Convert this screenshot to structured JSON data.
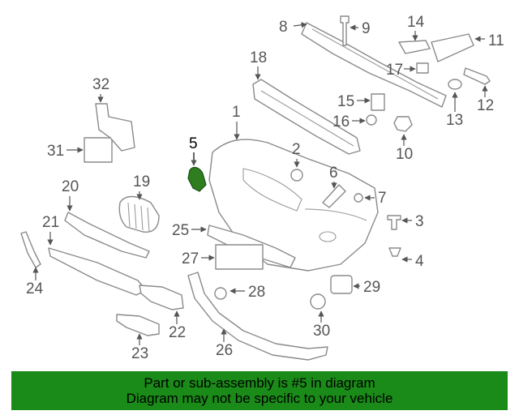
{
  "diagram": {
    "highlighted_part": "5",
    "highlight_color": "#2e7d1e",
    "callouts": [
      "1",
      "2",
      "3",
      "4",
      "5",
      "6",
      "7",
      "8",
      "9",
      "10",
      "11",
      "12",
      "13",
      "14",
      "15",
      "16",
      "17",
      "18",
      "19",
      "20",
      "21",
      "22",
      "23",
      "24",
      "25",
      "26",
      "27",
      "28",
      "29",
      "30",
      "31",
      "32"
    ]
  },
  "banner": {
    "line1": "Part or sub-assembly is #5 in diagram",
    "line2": "Diagram may not be specific to your vehicle",
    "background": "#1a8a18"
  }
}
